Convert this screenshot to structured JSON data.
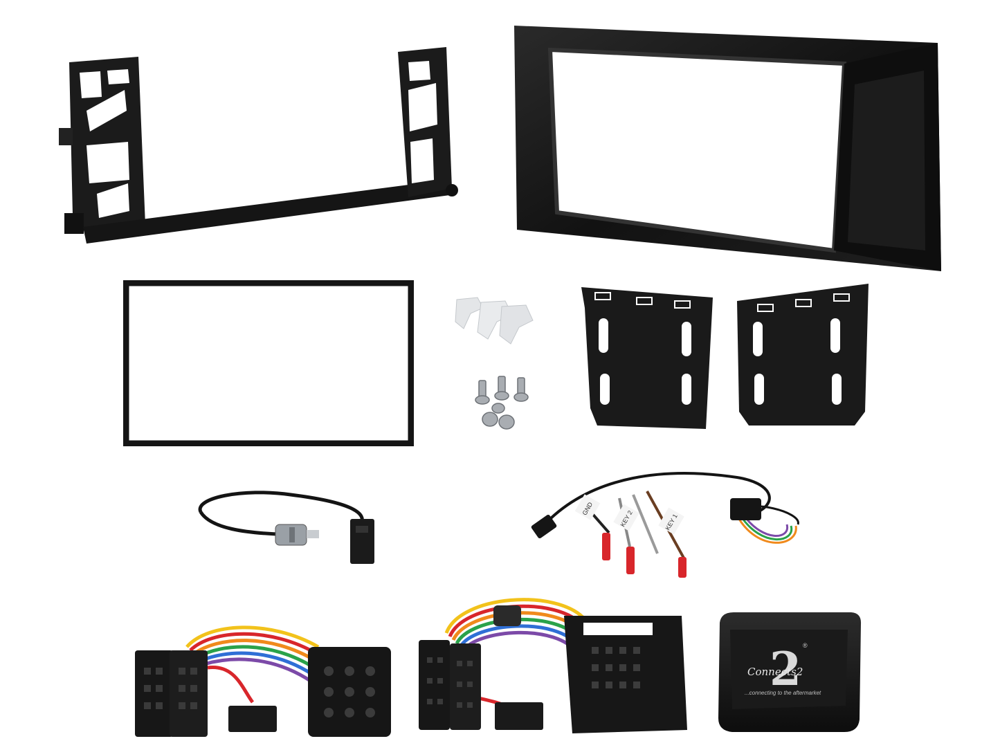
{
  "interface_box": {
    "logo_text": "Connects2",
    "tagline": "...connecting to the aftermarket",
    "trademark": "®"
  },
  "steering_lead": {
    "tags": [
      "GND",
      "KEY 2",
      "KEY 1"
    ]
  },
  "colors": {
    "plastic_black": "#1a1a1a",
    "wire_red": "#d8262b",
    "wire_yellow": "#f2c21b",
    "wire_green": "#2aa24a",
    "wire_blue": "#2f6fd6",
    "wire_orange": "#f08a1c",
    "wire_purple": "#7c4aa8",
    "clip_white": "#e6e8ea",
    "screw_steel": "#a9adb2"
  }
}
